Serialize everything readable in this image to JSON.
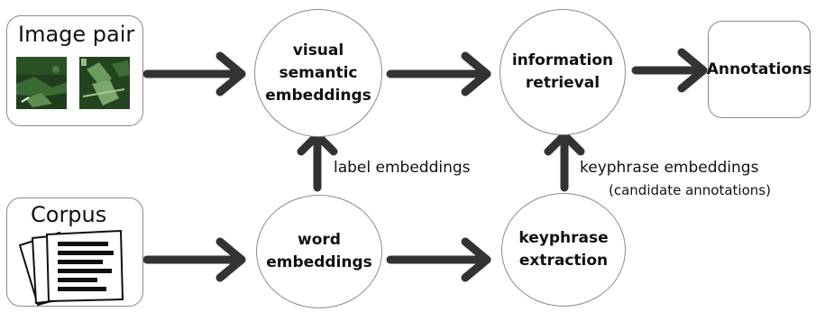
{
  "image_pair": {
    "title": "Image pair"
  },
  "corpus": {
    "title": "Corpus"
  },
  "nodes": {
    "visual": {
      "label": "visual\nsemantic\nembeddings"
    },
    "retrieval": {
      "label": "information\nretrieval"
    },
    "annotations": {
      "label": "Annotations"
    },
    "word": {
      "label": "word\nembeddings"
    },
    "keyphrase": {
      "label": "keyphrase\nextraction"
    }
  },
  "edges": {
    "label_embeddings": "label embeddings",
    "keyphrase_embeddings": "keyphrase embeddings",
    "candidate_annotations": "(candidate annotations)"
  },
  "colors": {
    "arrow": "#333333",
    "border": "#8a8a8a",
    "thumb_dark": "#1f3d1c",
    "thumb_light": "#6d9a5d"
  }
}
